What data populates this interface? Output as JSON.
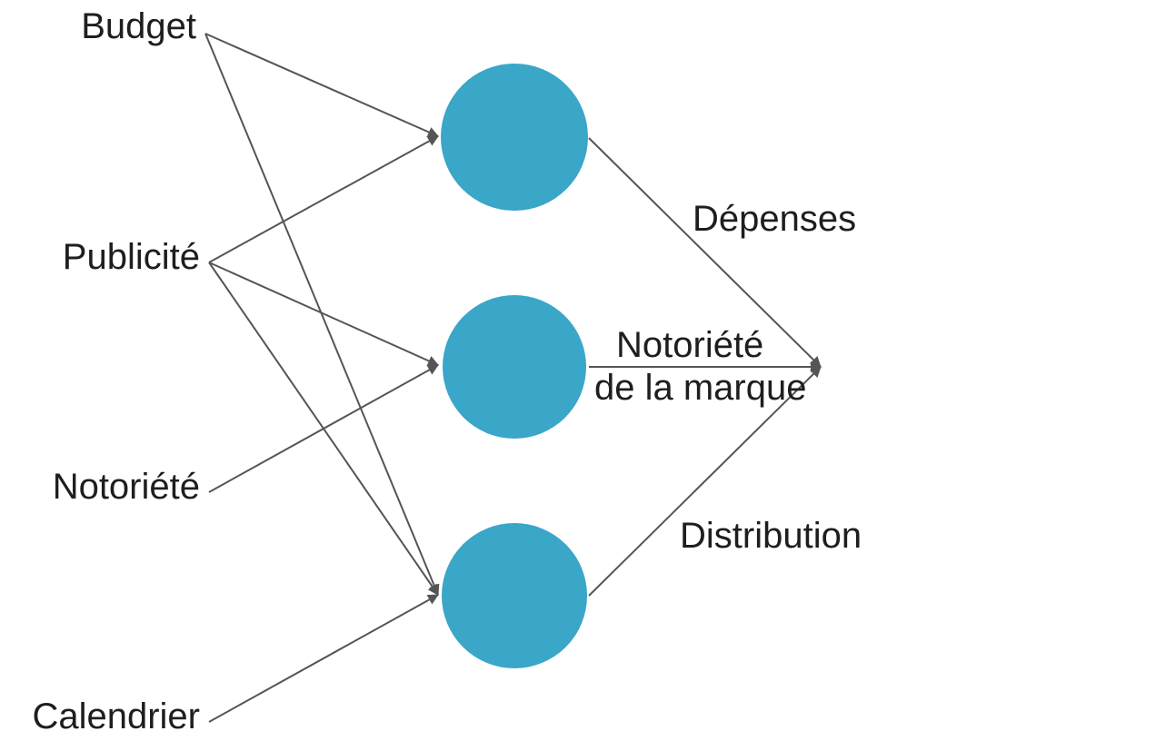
{
  "diagram": {
    "inputs": [
      {
        "id": "budget",
        "label": "Budget"
      },
      {
        "id": "publicite",
        "label": "Publicité"
      },
      {
        "id": "notoriete",
        "label": "Notoriété"
      },
      {
        "id": "calendrier",
        "label": "Calendrier"
      }
    ],
    "hidden_nodes": [
      {
        "id": "h1"
      },
      {
        "id": "h2"
      },
      {
        "id": "h3"
      }
    ],
    "output_labels": {
      "top": "Dépenses",
      "middle_line1": "Notoriété",
      "middle_line2": "de la marque",
      "bottom": "Distribution"
    },
    "edges": [
      {
        "from": "budget",
        "to": "h1"
      },
      {
        "from": "budget",
        "to": "h3"
      },
      {
        "from": "publicite",
        "to": "h1"
      },
      {
        "from": "publicite",
        "to": "h2"
      },
      {
        "from": "publicite",
        "to": "h3"
      },
      {
        "from": "notoriete",
        "to": "h2"
      },
      {
        "from": "calendrier",
        "to": "h3"
      },
      {
        "from": "h1",
        "to": "output"
      },
      {
        "from": "h2",
        "to": "output"
      },
      {
        "from": "h3",
        "to": "output"
      }
    ],
    "colors": {
      "node": "#3aa6c8",
      "edge": "#555555",
      "text": "#1e1e1e"
    }
  }
}
